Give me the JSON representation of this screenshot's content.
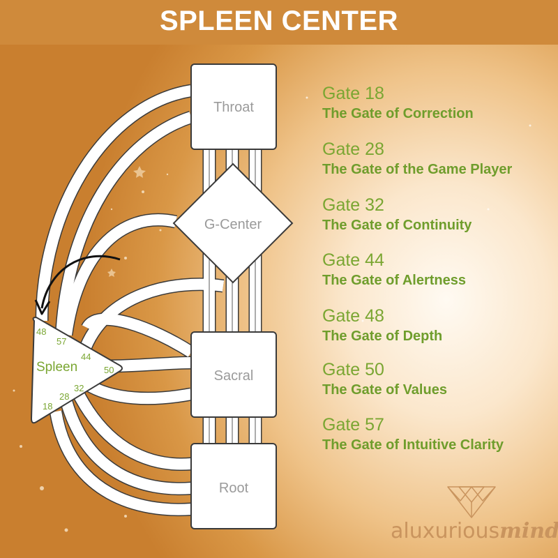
{
  "title": "SPLEEN CENTER",
  "centers": {
    "throat": "Throat",
    "g_center": "G-Center",
    "sacral": "Sacral",
    "root": "Root",
    "spleen": "Spleen"
  },
  "spleen_gate_numbers": [
    "48",
    "57",
    "44",
    "50",
    "32",
    "28",
    "18"
  ],
  "gates": [
    {
      "number": "Gate 18",
      "name": "The Gate of Correction"
    },
    {
      "number": "Gate 28",
      "name": "The Gate of the Game Player"
    },
    {
      "number": "Gate 32",
      "name": "The Gate of Continuity"
    },
    {
      "number": "Gate 44",
      "name": "The Gate of Alertness"
    },
    {
      "number": "Gate 48",
      "name": "The Gate of Depth"
    },
    {
      "number": "Gate 50",
      "name": "The Gate of Values"
    },
    {
      "number": "Gate 57",
      "name": "The Gate of Intuitive Clarity"
    }
  ],
  "logo": {
    "part1": "aluxurious",
    "part2": "mind"
  },
  "colors": {
    "title_bar": "#cf8a3b",
    "gate_green": "#7aa632",
    "logo_copper": "#c9945e",
    "center_label": "#9a9a9a"
  }
}
